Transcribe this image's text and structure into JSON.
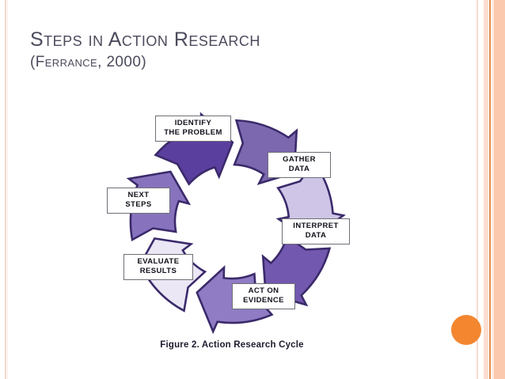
{
  "slide": {
    "title": "Steps in Action Research",
    "subtitle": "(Ferrance, 2000)",
    "title_color": "#4b4b5c",
    "background_color": "#ffffff"
  },
  "decorations": {
    "accent_orange": "#f3862f",
    "stripe_peach": "#fbc9ad",
    "stripe_line": "#e08a4f",
    "left_rule": "#f3d8cc"
  },
  "diagram": {
    "caption": "Figure 2. Action Research Cycle",
    "outline_color": "#3b2a6b",
    "steps": [
      {
        "label": "IDENTIFY\nTHE PROBLEM",
        "color": "#cfc5e6",
        "angle": -55
      },
      {
        "label": "GATHER\nDATA",
        "color": "#cdc4e4",
        "angle": 0
      },
      {
        "label": "INTERPRET\nDATA",
        "color": "#5b3f9e",
        "angle": 45
      },
      {
        "label": "ACT ON\nEVIDENCE",
        "color": "#7f6bb5",
        "angle": 95
      },
      {
        "label": "EVALUATE\nRESULTS",
        "color": "#8f7cc4",
        "angle": 150
      },
      {
        "label": "NEXT\nSTEPS",
        "color": "#7258ae",
        "angle": 205
      }
    ],
    "arrow_colors": [
      "#7b68ae",
      "#cfc5e6",
      "#7258ae",
      "#8f7cc4",
      "#ebe7f5",
      "#8773bd",
      "#5b3f9e"
    ]
  }
}
